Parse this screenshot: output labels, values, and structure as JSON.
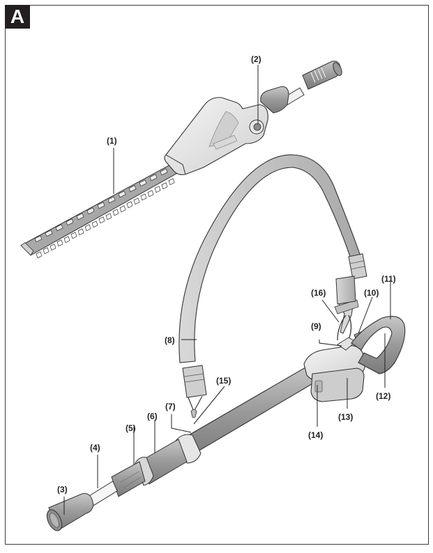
{
  "figure": {
    "badge": "A",
    "colors": {
      "badge_bg": "#231f20",
      "badge_fg": "#ffffff",
      "frame": "#3a3a3a",
      "part_light": "#e6e6e6",
      "part_mid": "#b9b9b9",
      "part_dark": "#8f8f8f"
    },
    "callouts": [
      {
        "id": "1",
        "label": "(1)"
      },
      {
        "id": "2",
        "label": "(2)"
      },
      {
        "id": "3",
        "label": "(3)"
      },
      {
        "id": "4",
        "label": "(4)"
      },
      {
        "id": "5",
        "label": "(5)"
      },
      {
        "id": "6",
        "label": "(6)"
      },
      {
        "id": "7",
        "label": "(7)"
      },
      {
        "id": "8",
        "label": "(8)"
      },
      {
        "id": "9",
        "label": "(9)"
      },
      {
        "id": "10",
        "label": "(10)"
      },
      {
        "id": "11",
        "label": "(11)"
      },
      {
        "id": "12",
        "label": "(12)"
      },
      {
        "id": "13",
        "label": "(13)"
      },
      {
        "id": "14",
        "label": "(14)"
      },
      {
        "id": "15",
        "label": "(15)"
      },
      {
        "id": "16",
        "label": "(16)"
      }
    ]
  }
}
